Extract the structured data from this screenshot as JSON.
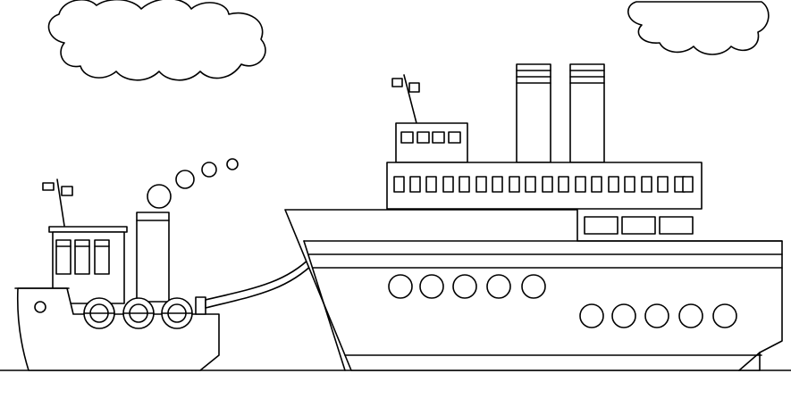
{
  "image": {
    "subject": "coloring-page-tugboat-towing-ship",
    "line_color": "#000000",
    "background_color": "#ffffff"
  },
  "scene": {
    "clouds": [
      "cloud-left",
      "cloud-right"
    ],
    "tugboat": {
      "life_rings": 3,
      "cabin_windows": 3,
      "smoke_puffs": 4,
      "flags": 2
    },
    "ship": {
      "funnels": 2,
      "bridge_windows": 4,
      "deck_windows": 19,
      "rear_windows": 3,
      "portholes_front": 5,
      "portholes_rear": 5,
      "flags": 2
    }
  }
}
